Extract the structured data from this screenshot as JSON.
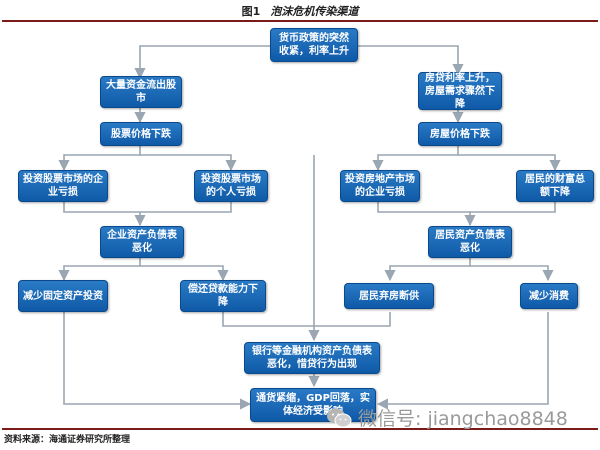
{
  "figure": {
    "label": "图1",
    "title": "泡沫危机传染渠道"
  },
  "nodes": {
    "policy": "货币政策的突然收紧，利率上升",
    "capital_outflow": "大量资金流出股市",
    "mortgage_rate": "房贷利率上升，房屋需求骤然下降",
    "stock_fall": "股票价格下跌",
    "house_fall": "房屋价格下跌",
    "corp_stock_loss": "投资股票市场的企业亏损",
    "indiv_stock_loss": "投资股票市场的个人亏损",
    "corp_re_loss": "投资房地产市场的企业亏损",
    "household_wealth": "居民的财富总额下降",
    "corp_balance": "企业资产负债表恶化",
    "household_balance": "居民资产负债表恶化",
    "cut_investment": "减少固定资产投资",
    "repay_ability": "偿还贷款能力下降",
    "resident_buy": "居民弃房断供",
    "cut_consumption": "减少消费",
    "bank_balance": "银行等金融机构资产负债表恶化，惜贷行为出现",
    "deflation": "通货紧缩，GDP回落，实体经济受影响"
  },
  "source": "资料来源：海通证券研究所整理",
  "watermark": {
    "text": "微信号: jiangchao8848",
    "icon": "wechat-logo-icon"
  },
  "colors": {
    "node_fill": "#1565b4",
    "edge": "#9aa6b2",
    "rule": "#7a1a1a"
  }
}
